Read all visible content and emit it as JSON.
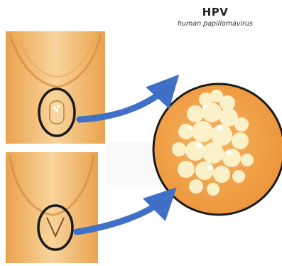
{
  "title": "HPV",
  "subtitle": "human papillomavirus",
  "colors": {
    "skin": "#f1b86a",
    "skin_light": "#f7d39c",
    "skin_shadow": "#d88e3c",
    "circle_fill": "#f2a24c",
    "wart": "#fbf1c8",
    "arrow": "#3f6fc6",
    "outline": "#1a1a1a"
  },
  "icons": {
    "top_panel": "male-groin-illustration",
    "bottom_panel": "female-groin-illustration",
    "magnified": "wart-cluster-magnified"
  }
}
